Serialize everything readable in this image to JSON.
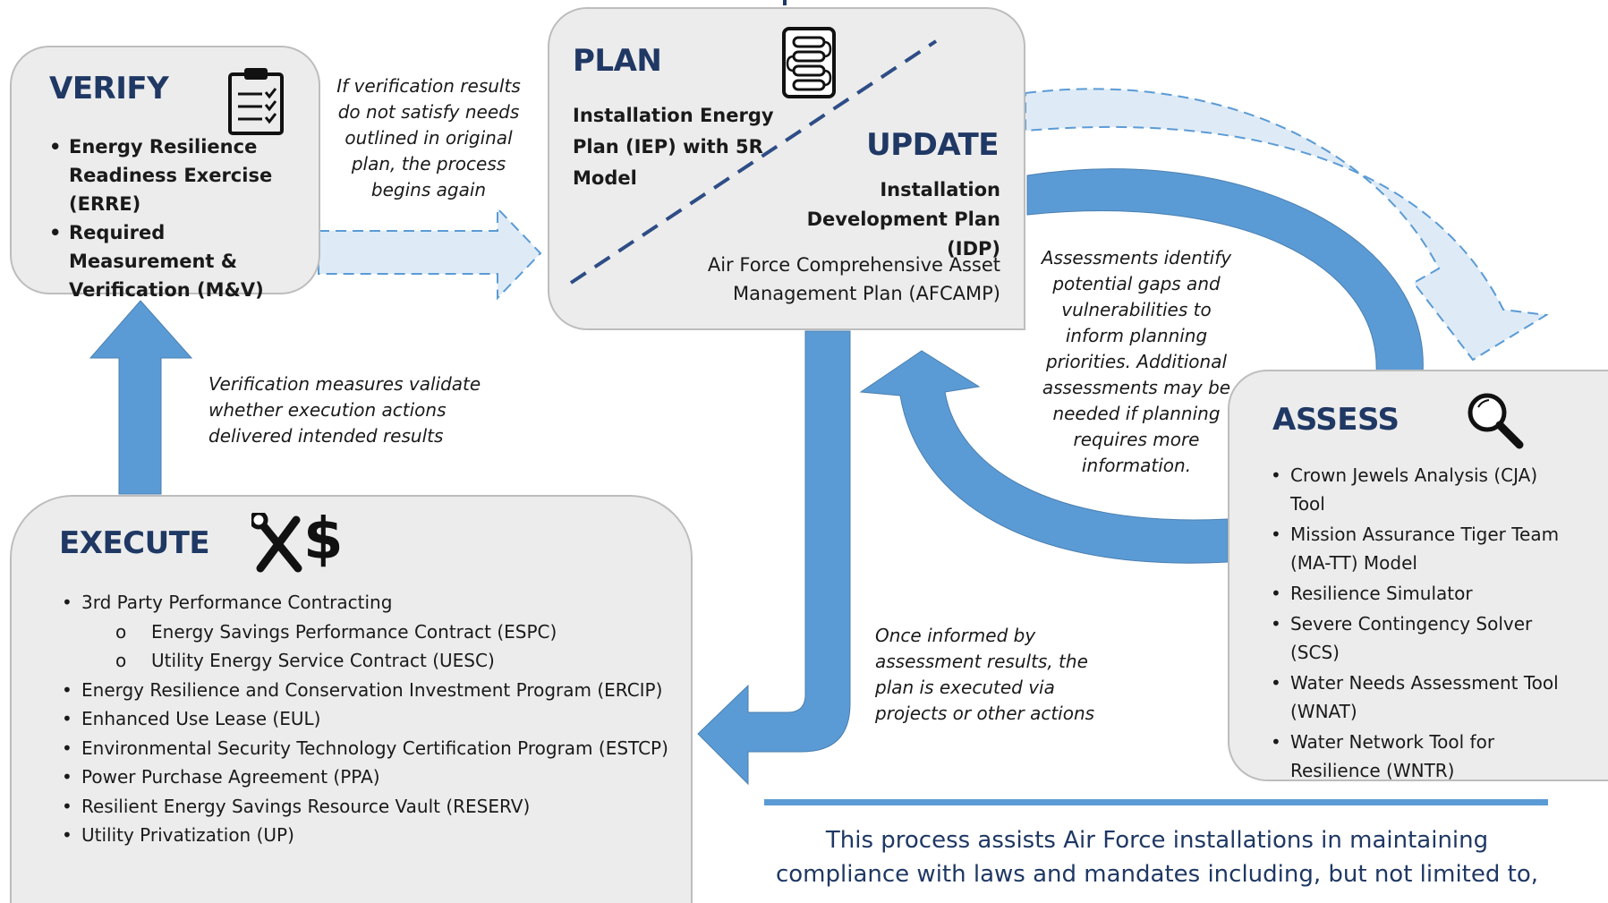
{
  "verify": {
    "title": "VERIFY",
    "items": [
      "Energy Resilience Readiness Exercise (ERRE)",
      "Required Measurement & Verification (M&V)"
    ]
  },
  "plan": {
    "title": "PLAN",
    "iep": "Installation Energy Plan (IEP) with 5R Model"
  },
  "update": {
    "title": "UPDATE",
    "idp": "Installation Development Plan (IDP)",
    "afcamp": "Air Force Comprehensive Asset Management Plan (AFCAMP)"
  },
  "assess": {
    "title": "ASSESS",
    "items": [
      "Crown Jewels Analysis (CJA) Tool",
      "Mission Assurance Tiger Team (MA-TT) Model",
      "Resilience Simulator",
      "Severe Contingency Solver (SCS)",
      "Water Needs Assessment Tool (WNAT)",
      "Water Network Tool for Resilience (WNTR)"
    ]
  },
  "execute": {
    "title": "EXECUTE",
    "icon_text": "$",
    "items": [
      "3rd Party Performance Contracting",
      "Energy Resilience and Conservation Investment Program (ERCIP)",
      "Enhanced Use Lease (EUL)",
      "Environmental Security Technology Certification Program (ESTCP)",
      "Power Purchase Agreement (PPA)",
      "Resilient Energy Savings Resource Vault (RESERV)",
      "Utility Privatization (UP)"
    ],
    "subitems": [
      "Energy Savings Performance Contract (ESPC)",
      "Utility Energy Service Contract (UESC)"
    ]
  },
  "notes": {
    "verify_to_plan": "If verification results do not satisfy needs outlined in original plan, the process begins again",
    "verification_measures": "Verification measures validate whether execution actions delivered intended results",
    "assessments": "Assessments identify potential gaps and vulnerabilities to inform planning priorities. Additional assessments may be needed if planning requires more information.",
    "once_informed": "Once informed by assessment results, the plan is executed via projects or other actions"
  },
  "footer": {
    "text": "This process assists Air Force installations in maintaining compliance with laws and mandates including, but not limited to,"
  },
  "icons": {
    "verify": "clipboard-checklist-icon",
    "plan": "document-flowchart-icon",
    "assess": "magnifying-glass-icon",
    "execute": "tools-dollar-icon"
  },
  "colors": {
    "arrow_blue": "#5b9bd5",
    "arrow_light": "#deebf7",
    "title_navy": "#1f3864",
    "box_fill": "#ececec"
  }
}
